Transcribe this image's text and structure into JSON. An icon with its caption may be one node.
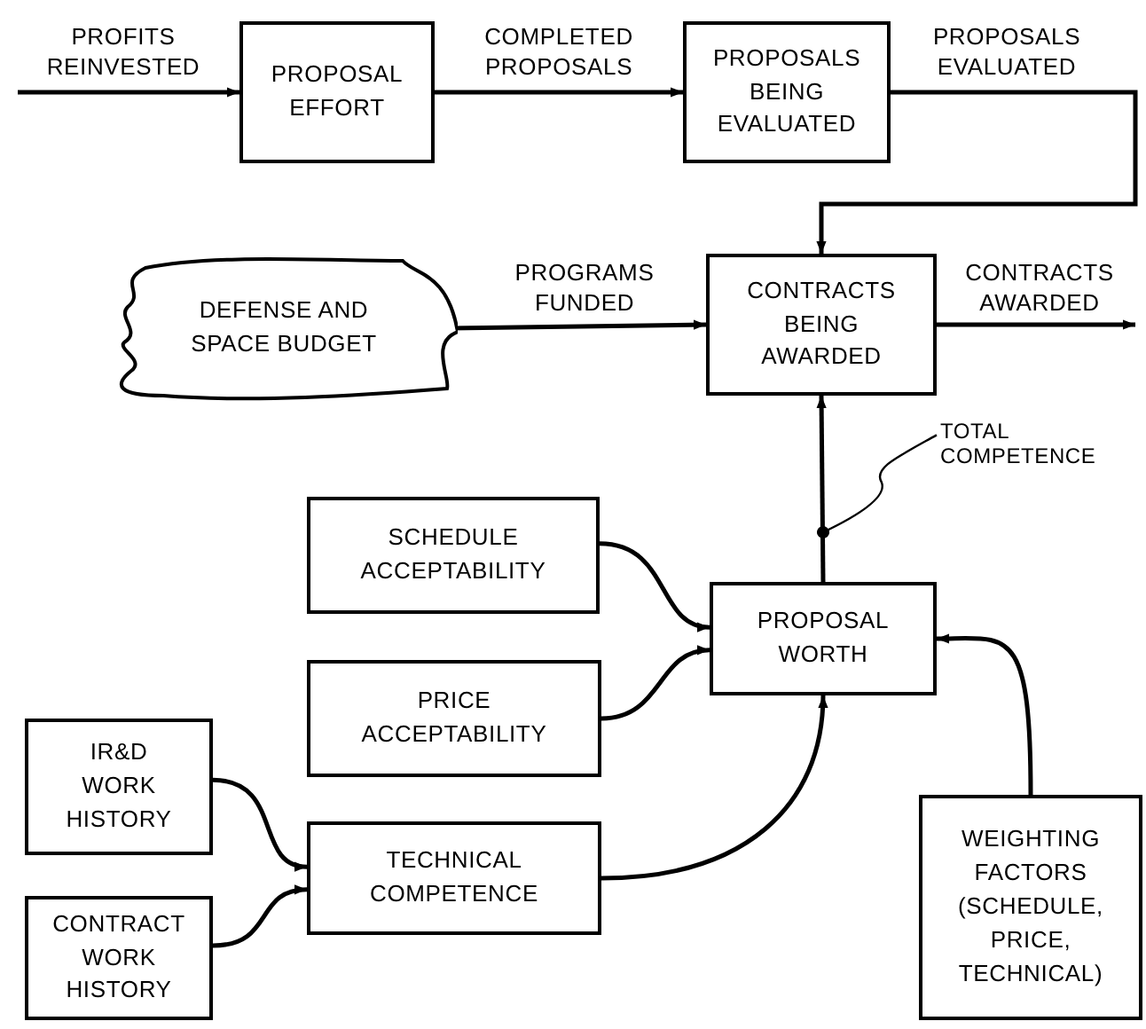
{
  "diagram": {
    "nodes": [
      {
        "text": [
          "PROPOSAL EFFORT"
        ]
      },
      {
        "text": [
          "PROPOSALS BEING EVALUATED"
        ]
      },
      {
        "text": [
          "DEFENSE AND SPACE BUDGET"
        ]
      },
      {
        "text": [
          "CONTRACTS BEING AWARDED"
        ]
      },
      {
        "text": [
          "SCHEDULE ACCEPTABILITY"
        ]
      },
      {
        "text": [
          "PROPOSAL WORTH"
        ]
      },
      {
        "text": [
          "PRICE ACCEPTABILITY"
        ]
      },
      {
        "text": [
          "IR&D WORK HISTORY"
        ]
      },
      {
        "text": [
          "TECHNICAL COMPETENCE"
        ]
      },
      {
        "text": [
          "CONTRACT WORK HISTORY"
        ]
      },
      {
        "text": [
          "WEIGHTING FACTORS (SCHEDULE, PRICE, TECHNICAL)"
        ]
      },
      {
        "text": [
          "TOTAL COMPETENCE"
        ]
      }
    ],
    "edges": [
      {
        "from": null,
        "to": 0,
        "arrow": "to",
        "label": "PROFITS REINVESTED"
      },
      {
        "from": 0,
        "to": 1,
        "arrow": "to",
        "label": "COMPLETED PROPOSALS"
      },
      {
        "from": 1,
        "to": 3,
        "arrow": "to",
        "label": "PROPOSALS EVALUATED"
      },
      {
        "from": 2,
        "to": 3,
        "arrow": "to",
        "label": "PROGRAMS FUNDED"
      },
      {
        "from": 3,
        "to": null,
        "arrow": "to",
        "label": "CONTRACTS AWARDED"
      },
      {
        "from": 5,
        "to": 3,
        "arrow": "to"
      },
      {
        "from": 4,
        "to": 5,
        "arrow": "to"
      },
      {
        "from": 6,
        "to": 5,
        "arrow": "to"
      },
      {
        "from": 8,
        "to": 5,
        "arrow": "to"
      },
      {
        "from": 10,
        "to": 5,
        "arrow": "to"
      },
      {
        "from": 7,
        "to": 8,
        "arrow": "to"
      },
      {
        "from": 9,
        "to": 8,
        "arrow": "to"
      },
      {
        "from": 11,
        "to": null,
        "arrow": "other"
      }
    ]
  }
}
